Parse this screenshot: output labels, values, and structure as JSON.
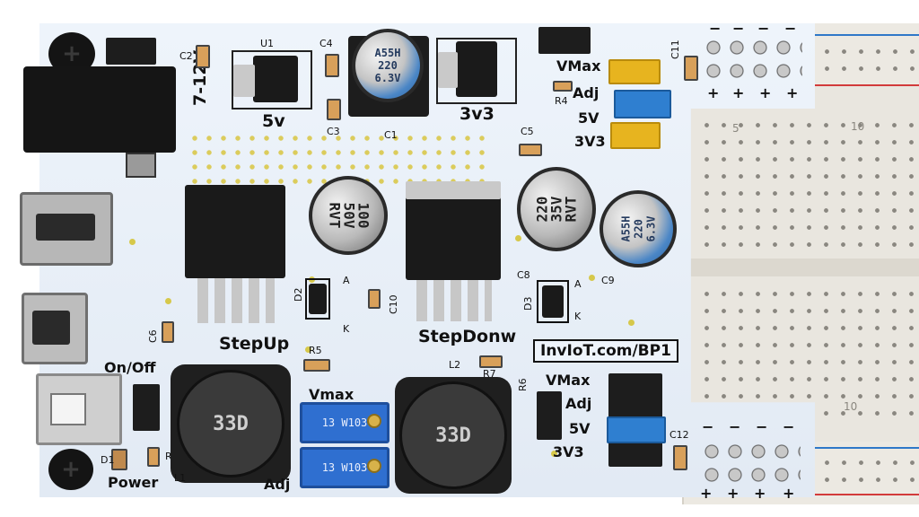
{
  "breadboard": {
    "column_numbers": [
      "5",
      "10",
      "10"
    ],
    "colors": {
      "rail_red": "#d23b3b",
      "rail_blue": "#2f78c8",
      "board": "#e9e6df"
    }
  },
  "pcb": {
    "color": "#e6eef7",
    "input_label": "7-12V",
    "regulator_5v_label": "5v",
    "regulator_3v3_label": "3v3",
    "stepup_label": "StepUp",
    "stepdown_label": "StepDonw",
    "url_label": "InvIoT.com/BP1",
    "onoff_label": "On/Off",
    "power_label": "Power",
    "vmax_pot_label": "Vmax",
    "adj_pot_label": "Adj",
    "top_select": {
      "options": [
        "VMax",
        "Adj",
        "5V",
        "3V3"
      ]
    },
    "bottom_select": {
      "options": [
        "VMax",
        "Adj",
        "5V",
        "3V3"
      ]
    },
    "rail_top_signs": {
      "minus": "−",
      "plus": "+"
    },
    "rail_bottom_signs": {
      "minus": "−",
      "plus": "+"
    },
    "refdes": {
      "u1": "U1",
      "c2": "C2",
      "c3": "C3",
      "c4": "C4",
      "c1": "C1",
      "c5": "C5",
      "c6": "C6",
      "c8": "C8",
      "c9": "C9",
      "c10": "C10",
      "c11": "C11",
      "c12": "C12",
      "r4": "R4",
      "r5": "R5",
      "r6": "R6",
      "r7": "R7",
      "r1": "R1",
      "d1": "D1",
      "d2": "D2",
      "d3": "D3",
      "l1": "L1",
      "l2": "L2",
      "anode_d2": "A",
      "cathode_d2": "K",
      "anode_d3": "A",
      "cathode_d3": "K"
    },
    "cap_markings": {
      "c1": [
        "A55H",
        "220",
        "6.3V"
      ],
      "c_stepup": [
        "100",
        "50V",
        "RVT"
      ],
      "c8": [
        "220",
        "35V",
        "RVT"
      ],
      "c9": [
        "A55H",
        "220",
        "6.3V"
      ]
    },
    "inductor_marking": "33D",
    "pot_marking_top": "13 W103",
    "pot_marking_bottom": "13 W103"
  }
}
